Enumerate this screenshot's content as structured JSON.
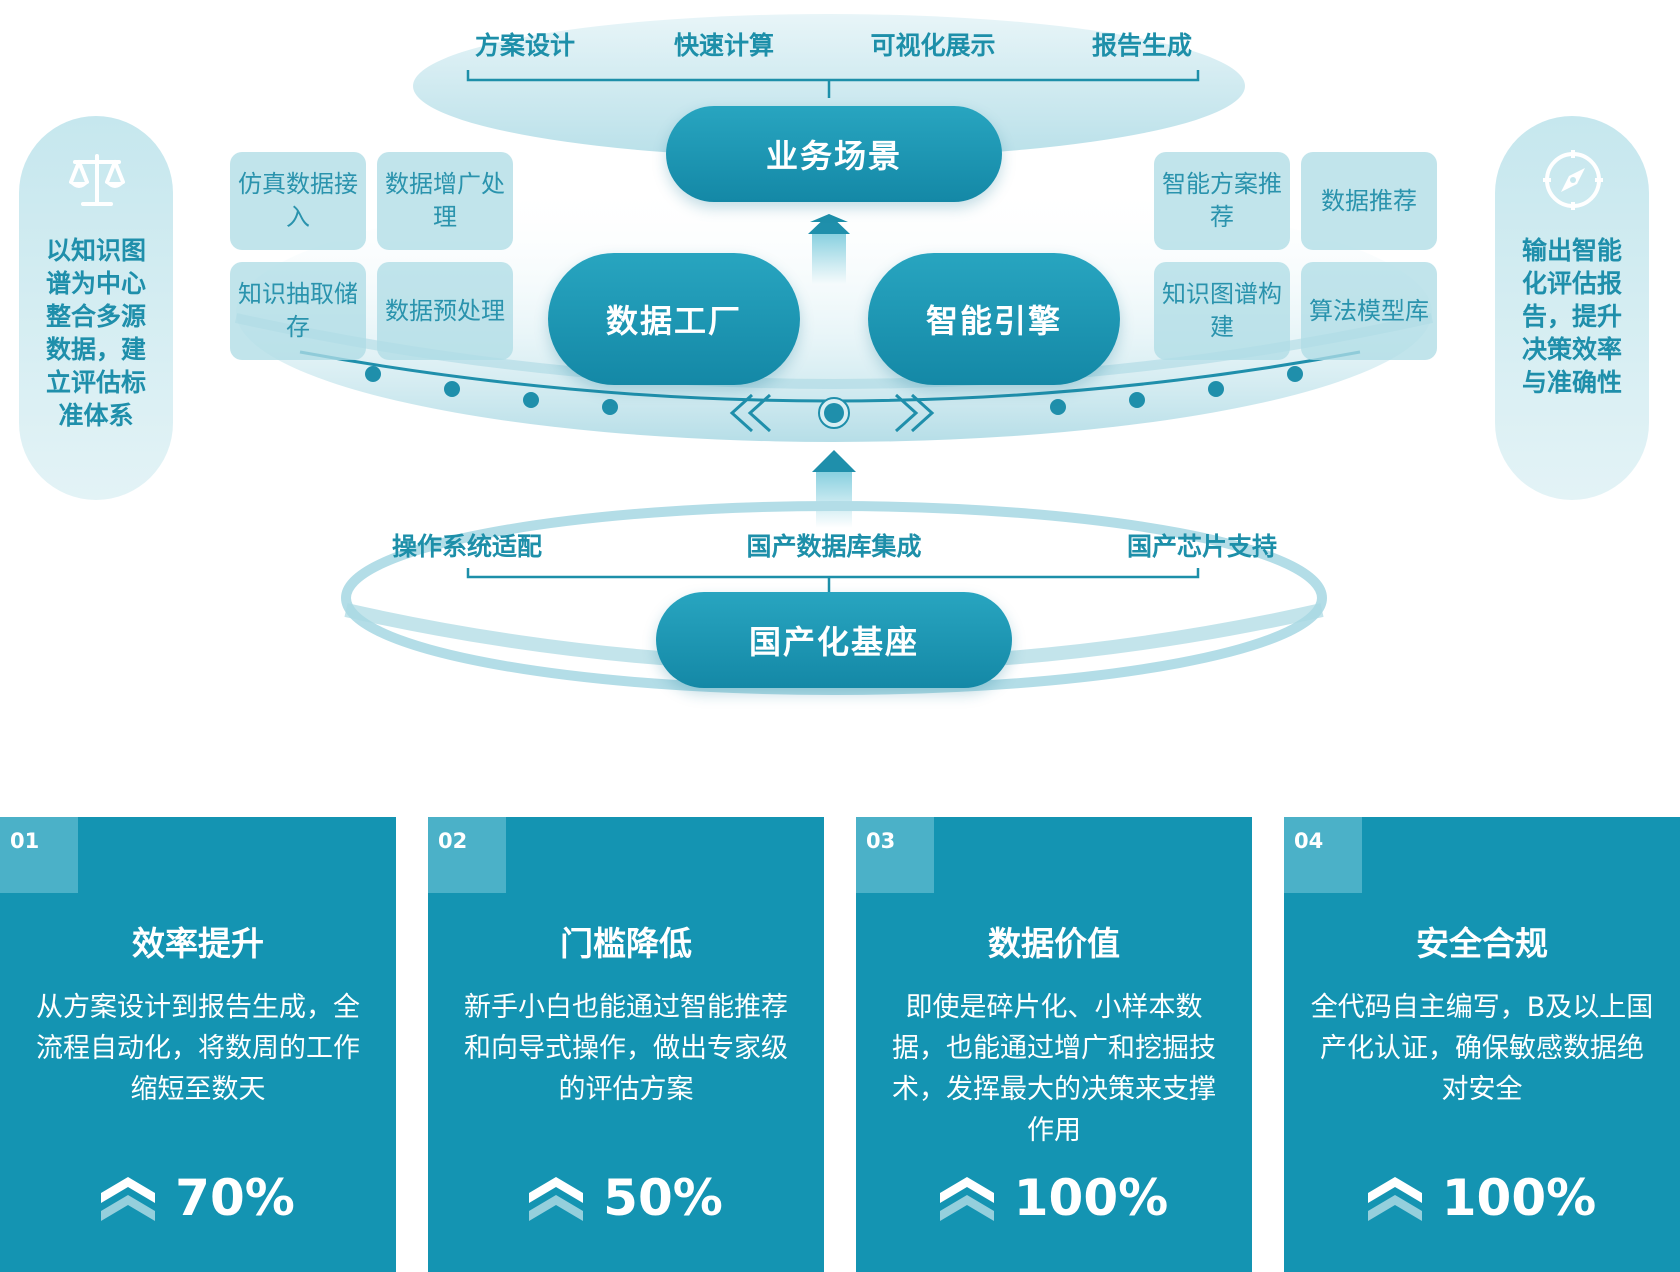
{
  "business": {
    "title": "业务场景",
    "items": [
      "方案设计",
      "快速计算",
      "可视化展示",
      "报告生成"
    ]
  },
  "core": {
    "left": "数据工厂",
    "right": "智能引擎"
  },
  "left_tiles": [
    "仿真数据接入",
    "数据增广处理",
    "知识抽取储存",
    "数据预处理"
  ],
  "right_tiles": [
    "智能方案推荐",
    "数据推荐",
    "知识图谱构建",
    "算法模型库"
  ],
  "left_side": {
    "icon": "scale-icon",
    "text": "以知识图谱为中心整合多源数据，建立评估标准体系"
  },
  "right_side": {
    "icon": "compass-icon",
    "text": "输出智能化评估报告，提升决策效率与准确性"
  },
  "base": {
    "title": "国产化基座",
    "items": [
      "操作系统适配",
      "国产数据库集成",
      "国产芯片支持"
    ]
  },
  "cards": [
    {
      "num": "01",
      "title": "效率提升",
      "desc": "从方案设计到报告生成，全流程自动化，将数周的工作缩短至数天",
      "stat": "70%"
    },
    {
      "num": "02",
      "title": "门槛降低",
      "desc": "新手小白也能通过智能推荐和向导式操作，做出专家级的评估方案",
      "stat": "50%"
    },
    {
      "num": "03",
      "title": "数据价值",
      "desc": "即使是碎片化、小样本数据，也能通过增广和挖掘技术，发挥最大的决策来支撑作用",
      "stat": "100%"
    },
    {
      "num": "04",
      "title": "安全合规",
      "desc": "全代码自主编写，B及以上国产化认证，确保敏感数据绝对安全",
      "stat": "100%"
    }
  ],
  "colors": {
    "primary": "#1494b2",
    "accent": "#1d8fa9",
    "tile": "#b0dde6"
  }
}
